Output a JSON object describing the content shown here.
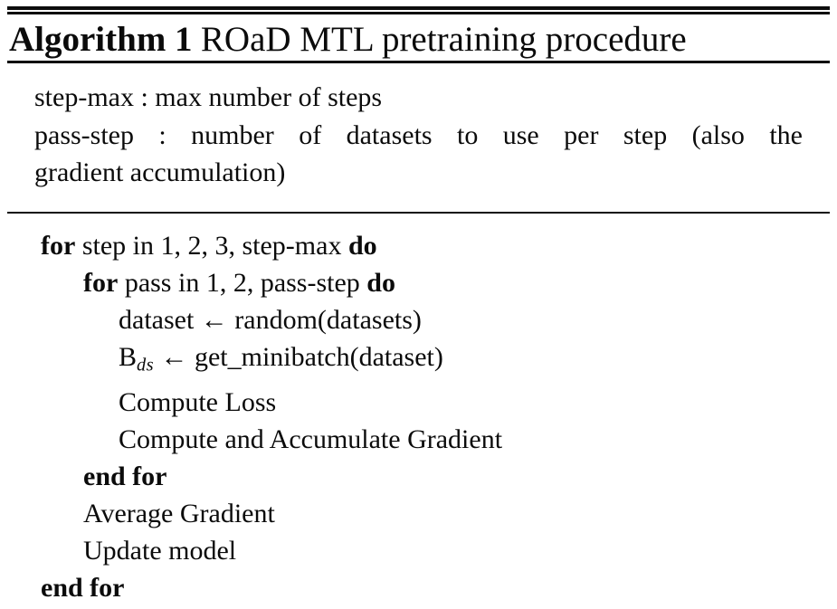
{
  "figure": {
    "label": "Algorithm 1",
    "title": "ROaD MTL pretraining procedure",
    "preamble": [
      {
        "text": "step-max : max number of steps",
        "justify": false
      },
      {
        "text": "pass-step : number of datasets to use per step (also the",
        "justify": true
      },
      {
        "text": "gradient accumulation)",
        "justify": false
      }
    ],
    "code": [
      {
        "indent": 0,
        "parts": [
          {
            "t": "for",
            "bold": true
          },
          {
            "t": " step in 1, 2, 3, step-max "
          },
          {
            "t": "do",
            "bold": true
          }
        ]
      },
      {
        "indent": 1,
        "parts": [
          {
            "t": "for",
            "bold": true
          },
          {
            "t": " pass in 1, 2, pass-step "
          },
          {
            "t": "do",
            "bold": true
          }
        ]
      },
      {
        "indent": 2,
        "parts": [
          {
            "t": "dataset ← random(datasets)"
          }
        ]
      },
      {
        "indent": 2,
        "parts": [
          {
            "t": "B"
          },
          {
            "t": "ds",
            "sub": true
          },
          {
            "t": " ← get_minibatch(dataset)"
          }
        ]
      },
      {
        "indent": 2,
        "parts": [
          {
            "t": "Compute Loss"
          }
        ]
      },
      {
        "indent": 2,
        "parts": [
          {
            "t": "Compute and Accumulate Gradient"
          }
        ]
      },
      {
        "indent": 1,
        "parts": [
          {
            "t": "end for",
            "bold": true
          }
        ]
      },
      {
        "indent": 1,
        "parts": [
          {
            "t": "Average Gradient"
          }
        ]
      },
      {
        "indent": 1,
        "parts": [
          {
            "t": "Update model"
          }
        ]
      },
      {
        "indent": 0,
        "parts": [
          {
            "t": "end for",
            "bold": true
          }
        ]
      }
    ],
    "colors": {
      "text": "#0b0b0b",
      "background": "#ffffff",
      "rule": "#0d0d0d"
    }
  }
}
